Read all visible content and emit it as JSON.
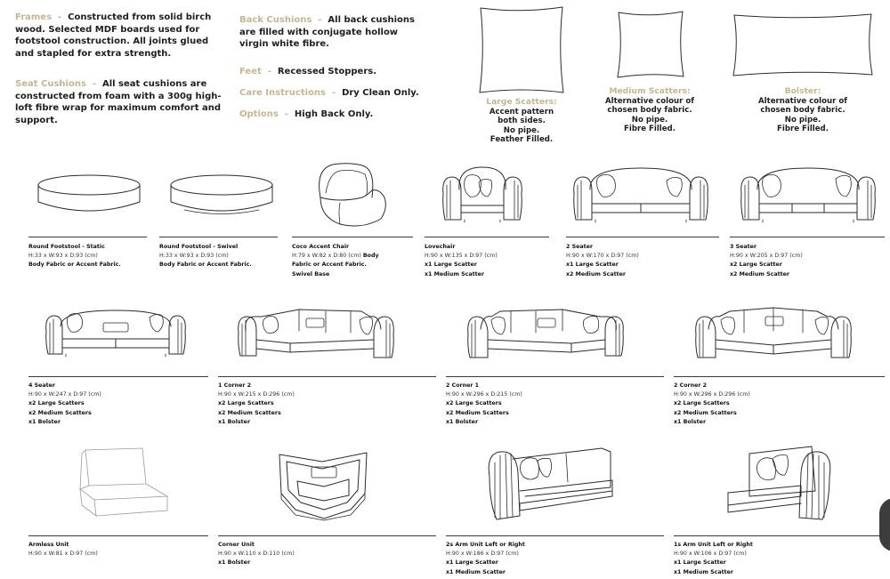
{
  "specs": [
    {
      "key": "Frames",
      "text": "Constructed from solid birch wood. Selected MDF boards used for footstool construction. All joints glued and stapled for extra strength."
    },
    {
      "key": "Seat Cushions",
      "text": "All seat cushions are constructed from foam with a 300g high-loft fibre wrap for maximum comfort and support."
    },
    {
      "key": "Back Cushions",
      "text": "All back cushions are filled with conjugate hollow virgin white fibre."
    },
    {
      "key": "Feet",
      "text": "Recessed Stoppers."
    },
    {
      "key": "Care Instructions",
      "text": "Dry Clean Only."
    },
    {
      "key": "Options",
      "text": "High Back Only."
    }
  ],
  "scatters": [
    {
      "title": "Large Scatters:",
      "lines": [
        "Accent pattern",
        "both sides.",
        "No pipe.",
        "Feather Filled."
      ]
    },
    {
      "title": "Medium Scatters:",
      "lines": [
        "Alternative colour of",
        "chosen body fabric.",
        "No pipe.",
        "Fibre Filled."
      ]
    },
    {
      "title": "Bolster:",
      "lines": [
        "Alternative colour of",
        "chosen body fabric.",
        "No pipe.",
        "Fibre Filled."
      ]
    }
  ],
  "row1": [
    {
      "name": "Round Footstool - Static",
      "dims": "H:33 x W:93 x D:93 (cm)",
      "lines": [
        "Body Fabric or Accent Fabric."
      ]
    },
    {
      "name": "Round Footstool - Swivel",
      "dims": "H:33 x W:93 x D:93 (cm)",
      "lines": [
        "Body Fabric or Accent Fabric."
      ]
    },
    {
      "name": "Coco Accent Chair",
      "dims": "H:79 x W:82 x D:80 (cm)",
      "dims_suffix": "Body",
      "lines": [
        "Fabric or Accent Fabric.",
        "Swivel Base"
      ]
    },
    {
      "name": "Lovechair",
      "dims": "H:90 x W:135 x D:97 (cm)",
      "lines": [
        "x1 Large Scatter",
        "x1 Medium Scatter"
      ]
    },
    {
      "name": "2 Seater",
      "dims": "H:90 x W:170 x D:97 (cm)",
      "lines": [
        "x1 Large Scatter",
        "x2 Medium Scatter"
      ]
    },
    {
      "name": "3 Seater",
      "dims": "H:90 x W:205 x D:97 (cm)",
      "lines": [
        "x2 Large Scatter",
        "x2 Medium Scatter"
      ]
    }
  ],
  "row2": [
    {
      "name": "4 Seater",
      "dims": "H:90 x W:247 x D:97 (cm)",
      "lines": [
        "x2 Large Scatters",
        "x2 Medium Scatters",
        "x1 Bolster"
      ]
    },
    {
      "name": "1 Corner 2",
      "dims": "H:90 x W:215 x D:296 (cm)",
      "lines": [
        "x2 Large Scatters",
        "x2 Medium Scatters",
        "x1 Bolster"
      ]
    },
    {
      "name": "2 Corner 1",
      "dims": "H:90 x W:296 x D:215 (cm)",
      "lines": [
        "x2 Large Scatters",
        "x2 Medium Scatters",
        "x1 Bolster"
      ]
    },
    {
      "name": "2 Corner 2",
      "dims": "H:90 x W:296 x D:296 (cm)",
      "lines": [
        "x2 Large Scatters",
        "x2 Medium Scatters",
        "x1 Bolster"
      ]
    }
  ],
  "row3": [
    {
      "name": "Armless Unit",
      "dims": "H:90 x W:81 x D:97 (cm)",
      "lines": []
    },
    {
      "name": "Corner Unit",
      "dims": "H:90 x W:110 x D:110 (cm)",
      "lines": [
        "x1 Bolster"
      ]
    },
    {
      "name": "2s Arm Unit Left or Right",
      "dims": "H:90 x W:186 x D:97 (cm)",
      "lines": [
        "x1 Large Scatter",
        "x1 Medium Scatter"
      ]
    },
    {
      "name": "1s Arm Unit Left or Right",
      "dims": "H:90 x W:106 x D:97 (cm)",
      "lines": [
        "x1 Large Scatter",
        "x1 Medium Scatter"
      ]
    }
  ],
  "colors": {
    "accent": "#c5b691",
    "text": "#1e1e1e",
    "line": "#2b2b2b"
  }
}
